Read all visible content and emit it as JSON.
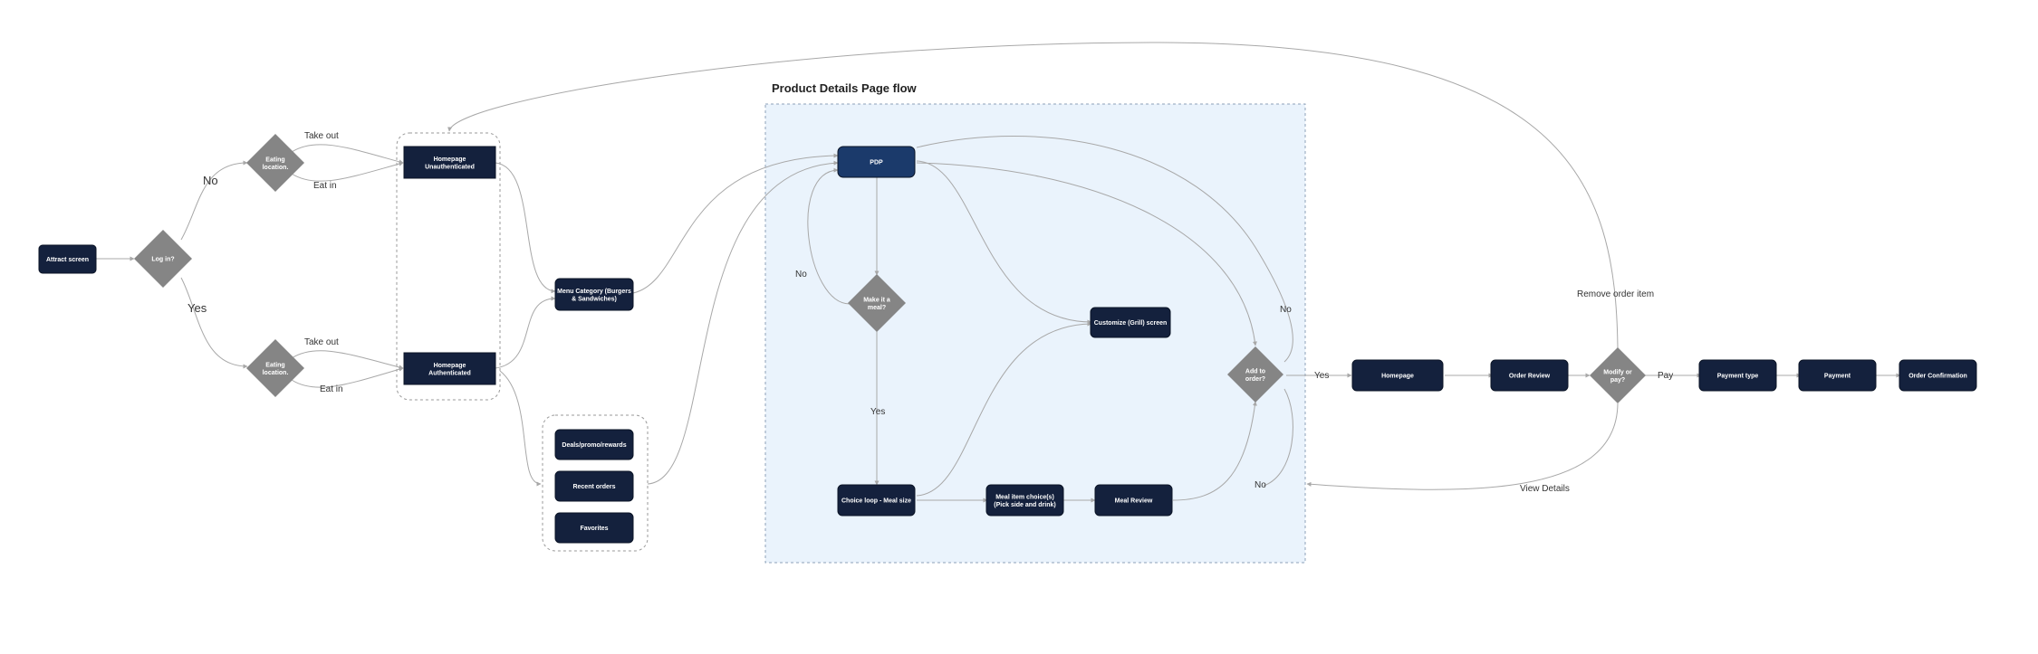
{
  "colors": {
    "node": "#14213d",
    "node_light": "#1b3a6b",
    "decision": "#858585",
    "panel": "#eaf3fc",
    "panel_border": "#8ea1b8",
    "edge": "#a8a8a8",
    "group_border": "#9a9a9a"
  },
  "panel_title": "Product Details Page flow",
  "nodes": {
    "attract": "Attract screen",
    "login": "Log in?",
    "eating_top": "Eating location.",
    "eating_bottom": "Eating location.",
    "home_unauth": "Homepage Unauthenticated",
    "home_auth": "Homepage Authenticated",
    "menu_category": "Menu Category (Burgers & Sandwiches)",
    "deals": "Deals/promo/rewards",
    "recent": "Recent orders",
    "favorites": "Favorites",
    "pdp": "PDP",
    "make_meal": "Make it a meal?",
    "customize": "Customize (Grill) screen",
    "choice_loop": "Choice loop - Meal size",
    "meal_item": "Meal item choice(s) (Pick side and drink)",
    "meal_review": "Meal Review",
    "add_order": "Add to order?",
    "homepage": "Homepage",
    "order_review": "Order Review",
    "modify_pay": "Modify or pay?",
    "payment_type": "Payment type",
    "payment": "Payment",
    "confirmation": "Order Confirmation"
  },
  "edge_labels": {
    "no_login": "No",
    "yes_login": "Yes",
    "takeout_top": "Take out",
    "eatin_top": "Eat in",
    "takeout_bottom": "Take out",
    "eatin_bottom": "Eat in",
    "no_meal": "No",
    "yes_meal": "Yes",
    "no_add_top": "No",
    "no_add_bottom": "No",
    "yes_add": "Yes",
    "pay": "Pay",
    "remove_item": "Remove order item",
    "view_details": "View Details"
  }
}
